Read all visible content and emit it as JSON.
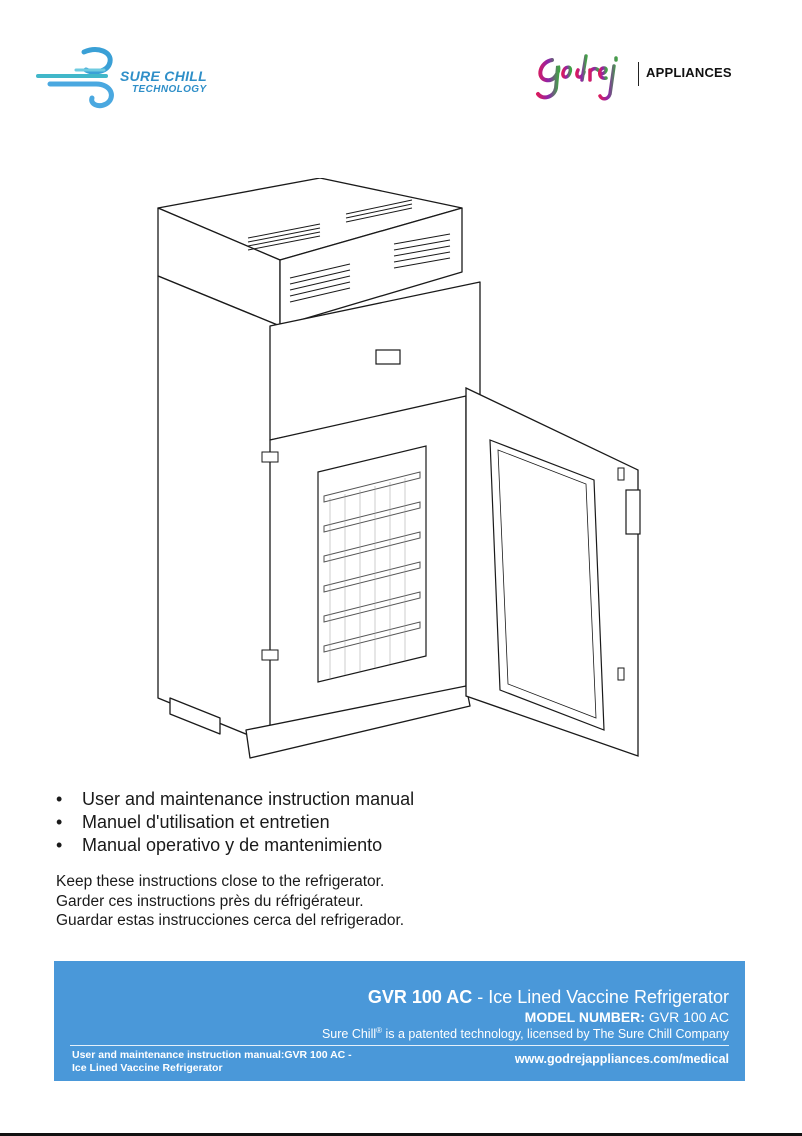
{
  "header": {
    "surechill_logo": {
      "line1": "SURE CHILL",
      "line2": "TECHNOLOGY",
      "color": "#2f8fc8",
      "icon": "sure-chill-swirl-icon"
    },
    "godrej_logo": {
      "script": "Godrej",
      "appliances": "APPLIANCES",
      "icon": "godrej-script-logo"
    }
  },
  "illustration": {
    "name": "fridge-illustration",
    "description_icon": "refrigerator-line-drawing"
  },
  "bullets": [
    "User and maintenance instruction manual",
    "Manuel d'utilisation et entretien",
    "Manual operativo y de mantenimiento"
  ],
  "keep_note": [
    "Keep these instructions close to the refrigerator.",
    "Garder ces instructions près du réfrigérateur.",
    "Guardar estas instrucciones cerca del refrigerador."
  ],
  "footer": {
    "background": "#4a98d9",
    "model_name": "GVR 100 AC",
    "title_rest": " - Ice Lined Vaccine Refrigerator",
    "model_label": "MODEL NUMBER:",
    "model_value": " GVR 100 AC",
    "patent_pre": "Sure Chill",
    "patent_sup": "®",
    "patent_post": " is a patented technology, licensed by The Sure Chill Company",
    "manual_line1": "User and maintenance instruction manual:GVR 100 AC -",
    "manual_line2": "Ice Lined Vaccine Refrigerator",
    "url": "www.godrejappliances.com/medical"
  }
}
